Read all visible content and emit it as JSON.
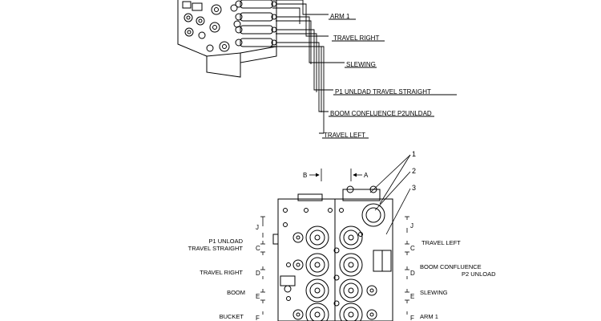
{
  "top_diagram": {
    "labels": [
      "ARM 1",
      "TRAVEL RIGHT",
      "SLEWING",
      "P1 UNLDAD TRAVEL STRAIGHT",
      "BOOM CONFLUENCE P2UNLDAD",
      "TRAVEL LEFT"
    ]
  },
  "bottom_diagram": {
    "callouts": [
      "1",
      "2",
      "3"
    ],
    "section_markers": {
      "top_left": "B",
      "top_right": "A",
      "left": [
        "J",
        "C",
        "D",
        "E",
        "F"
      ],
      "right": [
        "J",
        "C",
        "D",
        "E",
        "F"
      ]
    },
    "left_labels": {
      "p1_unload_line1": "P1 UNLOAD",
      "p1_unload_line2": "TRAVEL STRAIGHT",
      "travel_right": "TRAVEL RIGHT",
      "boom": "BOOM",
      "bucket": "BUCKET"
    },
    "right_labels": {
      "travel_left": "TRAVEL LEFT",
      "boom_confluence_line1": "BOOM CONFLUENCE",
      "boom_confluence_line2": "P2 UNLOAD",
      "slewing": "SLEWING",
      "arm1": "ARM 1"
    }
  }
}
